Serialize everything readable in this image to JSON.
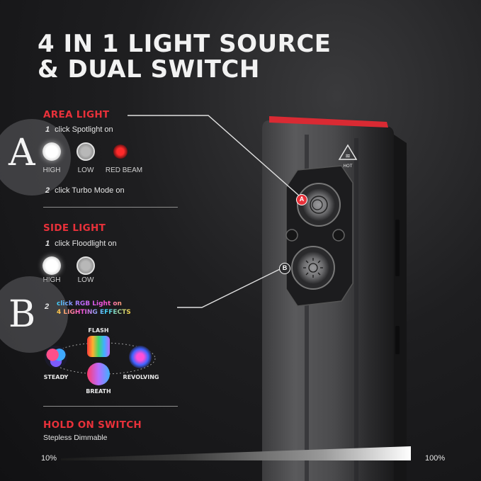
{
  "headline": {
    "line1": "4 IN 1 LIGHT SOURCE",
    "line2": "& DUAL SWITCH"
  },
  "area_light": {
    "title": "AREA LIGHT",
    "badge": "A",
    "step1": {
      "num": "1",
      "text": "click Spotlight  on"
    },
    "modes": [
      "HIGH",
      "LOW",
      "RED BEAM"
    ],
    "step2": {
      "num": "2",
      "text": "click Turbo Mode on"
    }
  },
  "side_light": {
    "title": "SIDE LIGHT",
    "badge": "B",
    "step1": {
      "num": "1",
      "text": "click Floodlight  on"
    },
    "modes": [
      "HIGH",
      "LOW"
    ],
    "step2": {
      "num": "2",
      "line1": "click RGB Light on",
      "line2": "4 LIGHTING EFFECTS"
    },
    "effects": [
      "FLASH",
      "STEADY",
      "REVOLVING",
      "BREATH"
    ]
  },
  "hold": {
    "title": "HOLD ON SWITCH",
    "subtitle": "Stepless Dimmable",
    "min_label": "10%",
    "max_label": "100%"
  },
  "device": {
    "hot_label": "HOT",
    "button_a": "A",
    "button_b": "B"
  },
  "colors": {
    "accent_red": "#e8313a",
    "rgb_text_gradient": [
      "#3fd6ff",
      "#ff4fd8",
      "#ffd13f"
    ]
  }
}
